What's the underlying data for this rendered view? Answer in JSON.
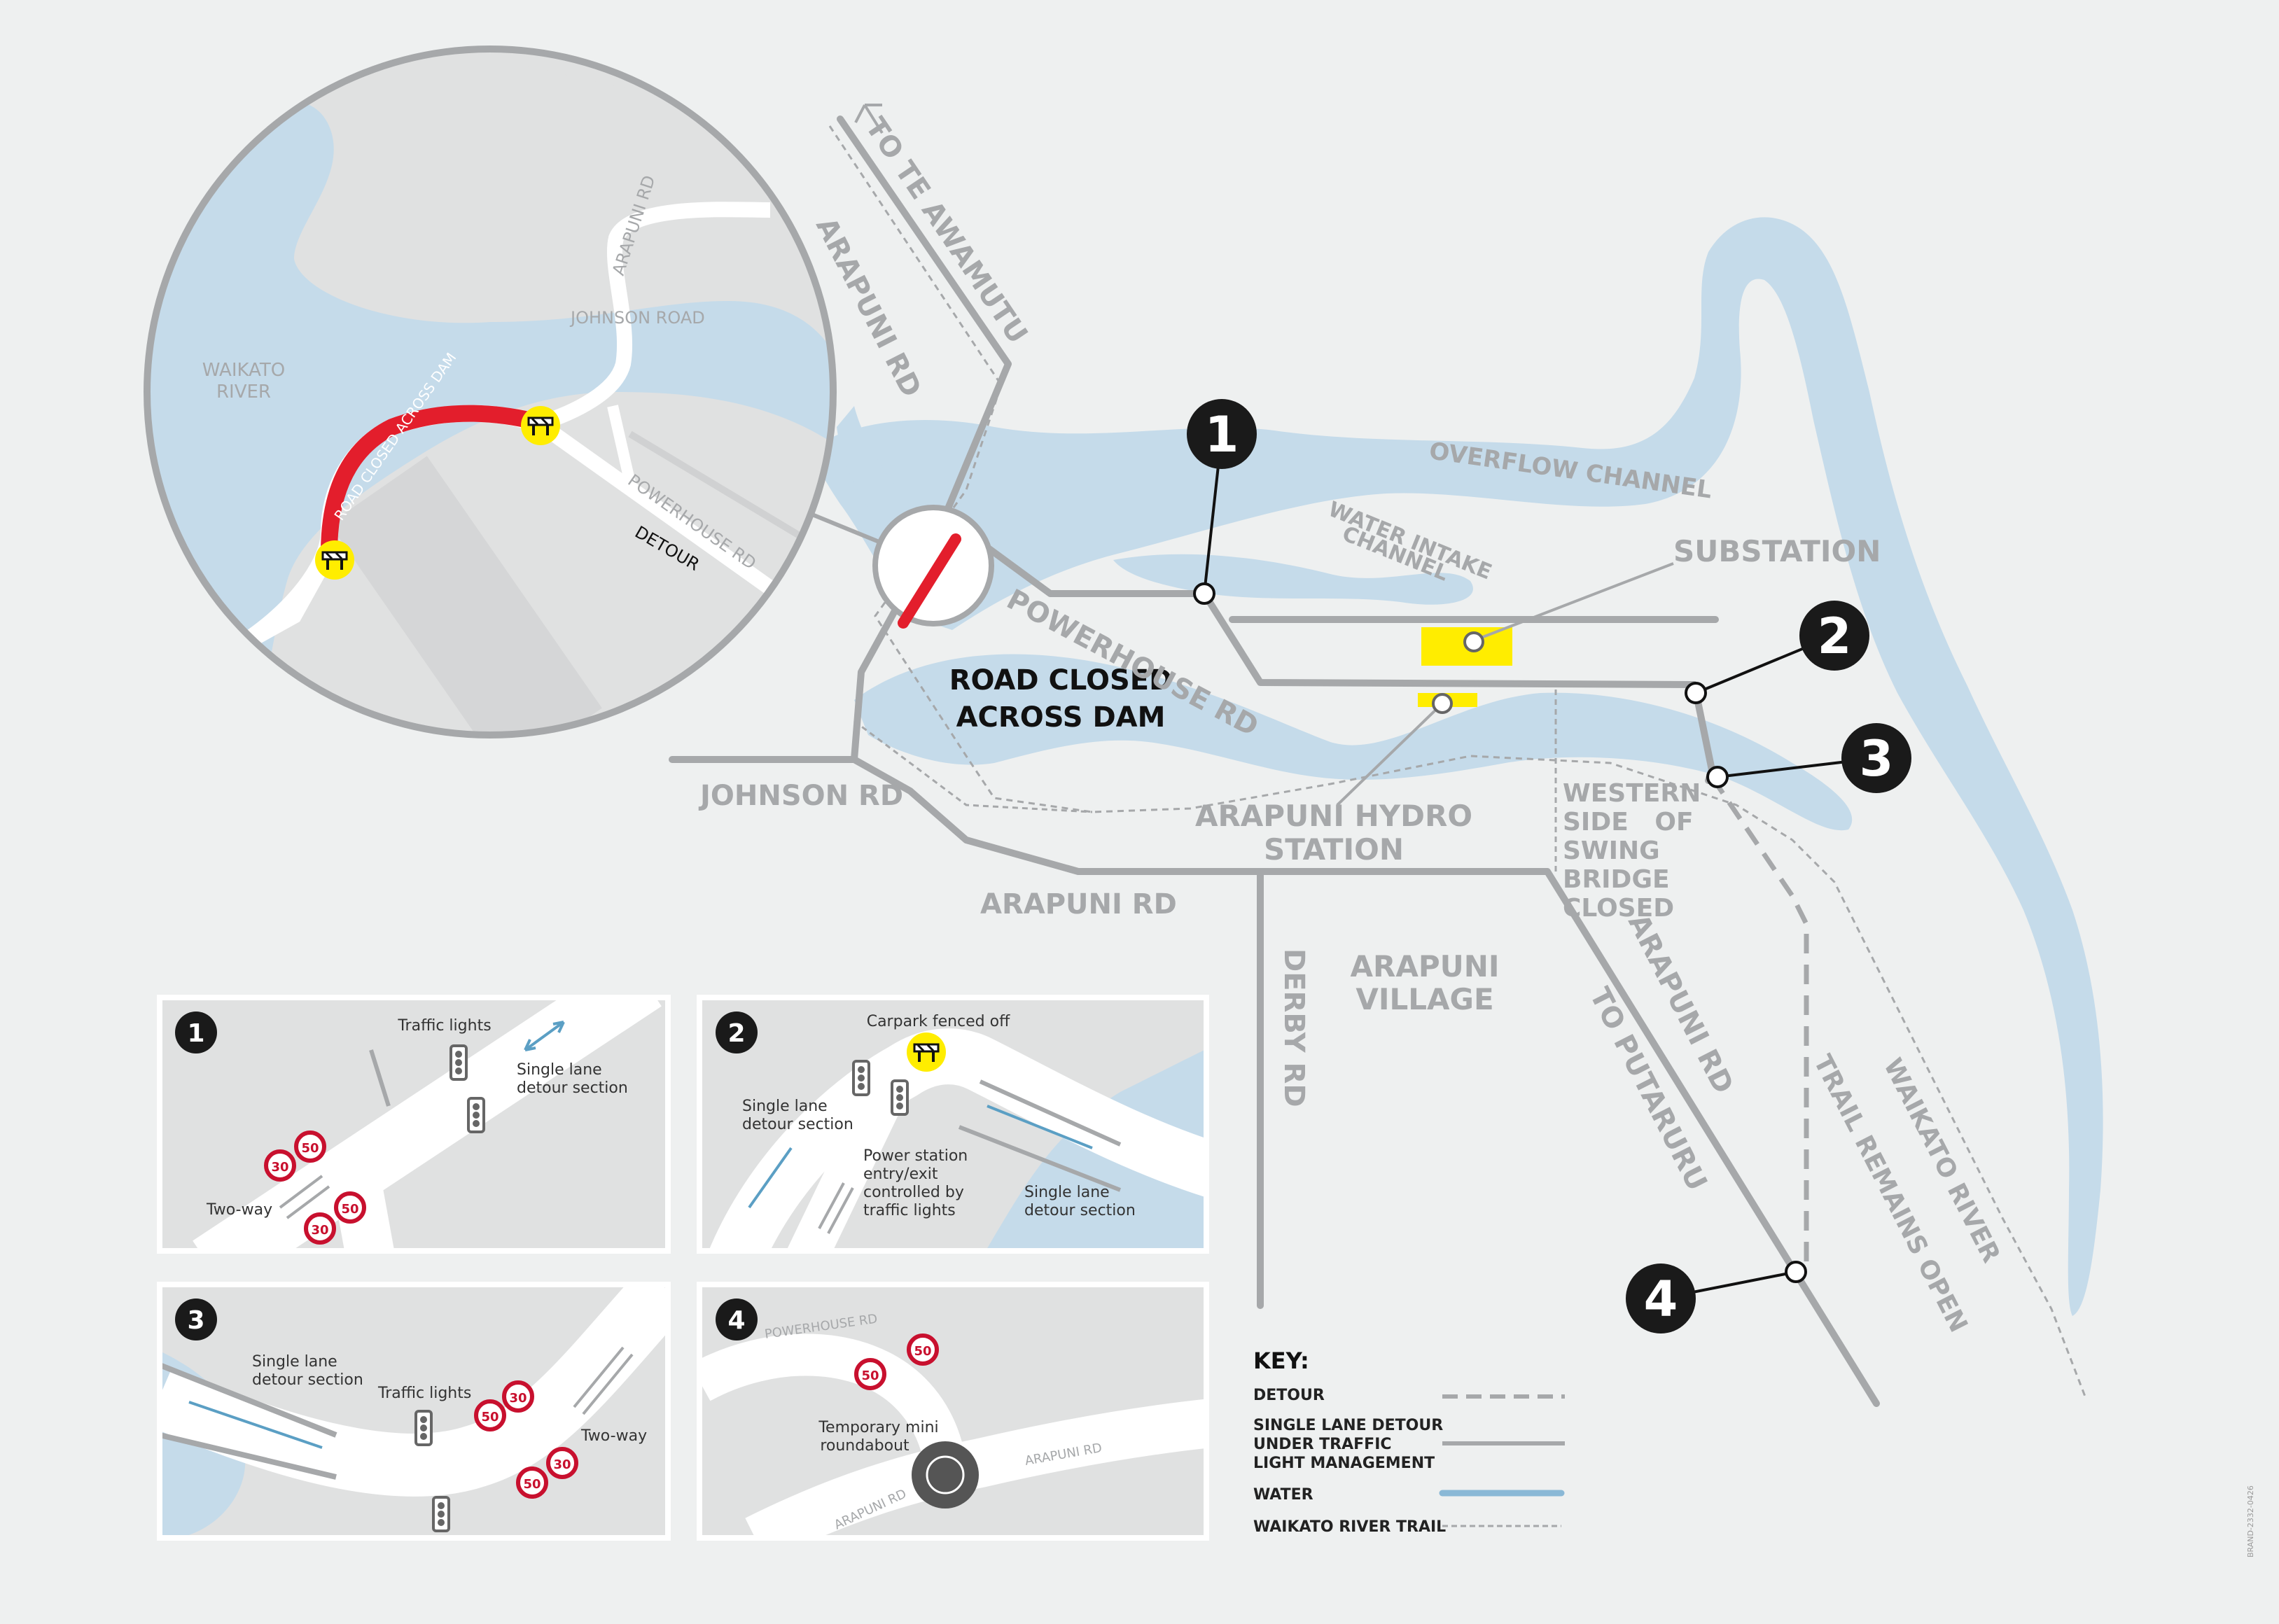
{
  "roads": {
    "to_te_awamutu": "TO TE AWAMUTU",
    "arapuni_rd_north": "ARAPUNI RD",
    "powerhouse_rd": "POWERHOUSE RD",
    "johnson_rd": "JOHNSON RD",
    "arapuni_rd_south": "ARAPUNI RD",
    "derby_rd": "DERBY RD",
    "arapuni_rd_east": "ARAPUNI RD",
    "to_putaruru": "TO PUTARURU"
  },
  "places": {
    "overflow_channel": "OVERFLOW CHANNEL",
    "water_intake_line1": "WATER INTAKE",
    "water_intake_line2": "CHANNEL",
    "substation": "SUBSTATION",
    "hydro_line1": "ARAPUNI HYDRO",
    "hydro_line2": "STATION",
    "swing_line1": "WESTERN",
    "swing_line2": "SIDE   OF",
    "swing_line3": "SWING",
    "swing_line4": "BRIDGE",
    "swing_line5": "CLOSED",
    "village_line1": "ARAPUNI",
    "village_line2": "VILLAGE",
    "trail_line1": "WAIKATO RIVER",
    "trail_line2": "TRAIL REMAINS OPEN"
  },
  "closure": {
    "line1": "ROAD CLOSED",
    "line2": "ACROSS DAM"
  },
  "callouts": [
    "1",
    "2",
    "3",
    "4"
  ],
  "zoom_inset": {
    "river_line1": "WAIKATO",
    "river_line2": "RIVER",
    "arapuni_rd": "ARAPUNI RD",
    "johnson_road": "JOHNSON ROAD",
    "road_closed": "ROAD CLOSED ACROSS DAM",
    "powerhouse_rd": "POWERHOUSE RD",
    "detour": "DETOUR"
  },
  "panels": [
    {
      "id": "1",
      "traffic_lights": "Traffic lights",
      "single_lane_1": "Single lane",
      "single_lane_2": "detour section",
      "two_way": "Two-way",
      "speeds": [
        "50",
        "30",
        "50",
        "30"
      ]
    },
    {
      "id": "2",
      "carpark": "Carpark fenced off",
      "single_lane_1": "Single lane",
      "single_lane_2": "detour section",
      "power_1": "Power station",
      "power_2": "entry/exit",
      "power_3": "controlled by",
      "power_4": "traffic lights",
      "single_lane_b1": "Single lane",
      "single_lane_b2": "detour section"
    },
    {
      "id": "3",
      "single_lane_1": "Single lane",
      "single_lane_2": "detour section",
      "traffic_lights": "Traffic lights",
      "two_way": "Two-way",
      "speeds": [
        "50",
        "30",
        "30",
        "50"
      ]
    },
    {
      "id": "4",
      "powerhouse_rd": "POWERHOUSE RD",
      "mini_1": "Temporary mini",
      "mini_2": "roundabout",
      "arapuni_rd_a": "ARAPUNI RD",
      "arapuni_rd_b": "ARAPUNI RD",
      "speeds": [
        "50",
        "50"
      ]
    }
  ],
  "key": {
    "title": "KEY:",
    "items": [
      {
        "label": [
          "DETOUR"
        ],
        "style": "dashed"
      },
      {
        "label": [
          "SINGLE LANE DETOUR",
          "UNDER TRAFFIC",
          "LIGHT MANAGEMENT"
        ],
        "style": "solid"
      },
      {
        "label": [
          "WATER"
        ],
        "style": "water"
      },
      {
        "label": [
          "WAIKATO RIVER TRAIL"
        ],
        "style": "dotted"
      }
    ]
  },
  "footer_code": "BRAND-2332-0426",
  "colors": {
    "background": "#eef0f0",
    "water": "#c5dbea",
    "road": "#a6a8aa",
    "closure": "#e31e2c",
    "highlight": "#ffed00",
    "marker": "#1a1a1a"
  }
}
